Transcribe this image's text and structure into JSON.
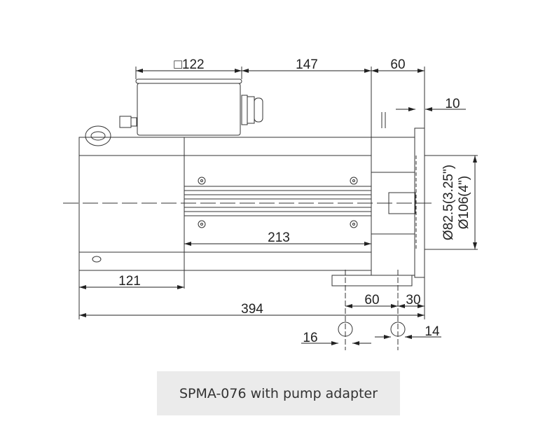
{
  "drawing": {
    "dimensions": {
      "box_width": "□122",
      "box_to_adapter": "147",
      "adapter_length": "60",
      "flange_thickness": "10",
      "pilot_diameter": "Ø82.5(3.25\")",
      "bolt_circle": "Ø106(4\")",
      "fin_length": "213",
      "rear_section": "121",
      "overall_length": "394",
      "foot_hole_spacing": "60",
      "foot_hole_offset": "30",
      "slot_width_left": "16",
      "slot_width_right": "14"
    },
    "colors": {
      "line": "#333333",
      "caption_bg": "#ebebeb"
    }
  },
  "caption": "SPMA-076 with pump adapter"
}
